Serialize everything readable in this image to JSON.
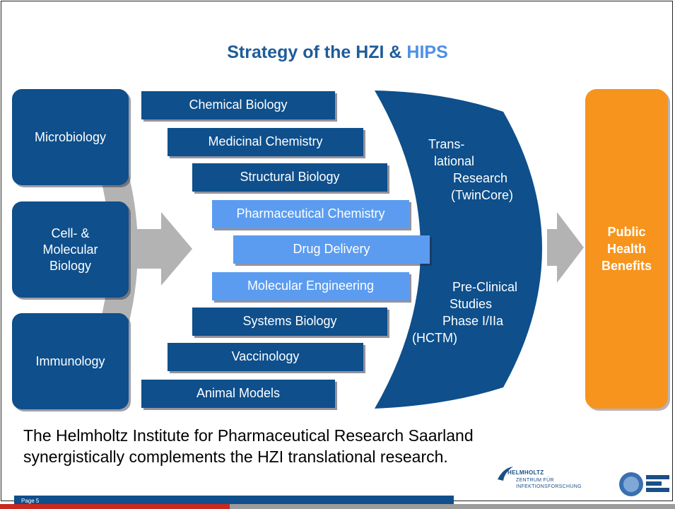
{
  "title": {
    "main": "Strategy of the HZI & ",
    "highlight": "HIPS"
  },
  "left_boxes": [
    {
      "label": "Microbiology"
    },
    {
      "label": "Cell- & Molecular Biology"
    },
    {
      "label": "Immunology"
    }
  ],
  "research_bars": [
    {
      "label": "Chemical Biology",
      "style": "dark"
    },
    {
      "label": "Medicinal Chemistry",
      "style": "dark"
    },
    {
      "label": "Structural Biology",
      "style": "dark"
    },
    {
      "label": "Pharmaceutical Chemistry",
      "style": "light"
    },
    {
      "label": "Drug Delivery",
      "style": "light"
    },
    {
      "label": "Molecular Engineering",
      "style": "light"
    },
    {
      "label": "Systems Biology",
      "style": "dark"
    },
    {
      "label": "Vaccinology",
      "style": "dark"
    },
    {
      "label": "Animal Models",
      "style": "dark"
    }
  ],
  "curve": {
    "translational": [
      "Trans-",
      "lational",
      "Research",
      "(TwinCore)"
    ],
    "preclinical": [
      "Pre-Clinical",
      "Studies",
      "Phase I/IIa",
      "(HCTM)"
    ]
  },
  "outcome": {
    "label": "Public Health Benefits"
  },
  "note": {
    "line1": "The Helmholtz Institute for Pharmaceutical Research Saarland",
    "line2": "synergistically complements the HZI translational research."
  },
  "footer": {
    "page_label": "Page 5",
    "logo_helmholtz": [
      "HELMHOLTZ",
      "ZENTRUM FÜR",
      "INFEKTIONSFORSCHUNG"
    ]
  },
  "colors": {
    "dark_blue": "#0e4f8c",
    "light_blue": "#5b9cf0",
    "title_blue": "#1f5c99",
    "orange": "#f7941d",
    "arrow_gray": "#b3b3b3",
    "footer_red": "#c8281e"
  }
}
